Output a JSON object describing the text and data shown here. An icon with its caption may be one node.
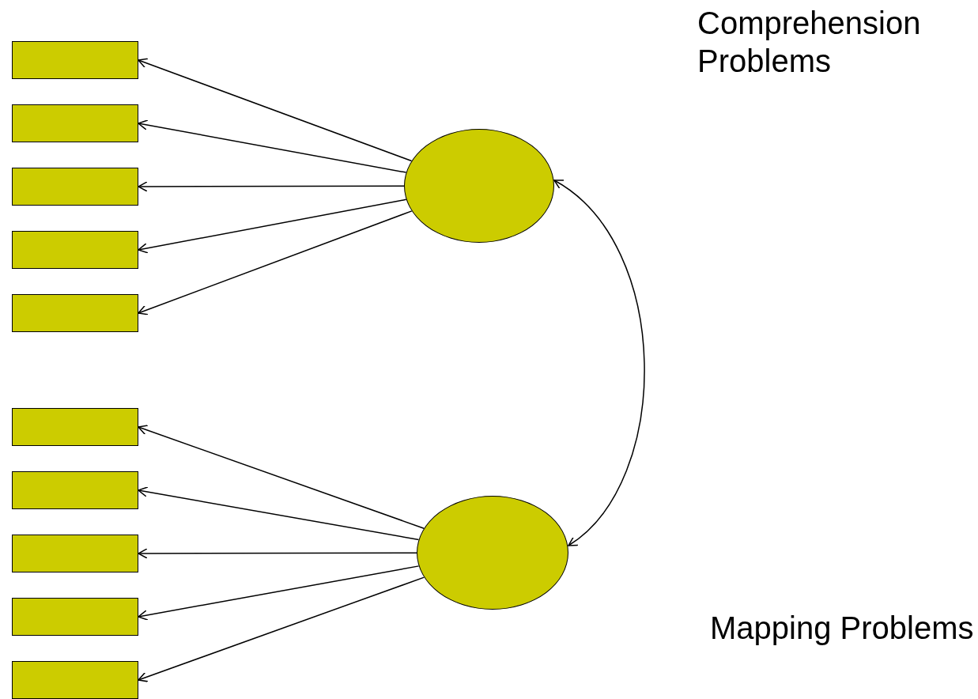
{
  "diagram": {
    "nodes": [
      {
        "text": [],
        "shape": "box"
      },
      {
        "text": [],
        "shape": "box"
      },
      {
        "text": [],
        "shape": "box"
      },
      {
        "text": [],
        "shape": "box"
      },
      {
        "text": [],
        "shape": "box"
      },
      {
        "text": [],
        "shape": "circle"
      },
      {
        "text": [],
        "shape": "box"
      },
      {
        "text": [],
        "shape": "box"
      },
      {
        "text": [],
        "shape": "box"
      },
      {
        "text": [],
        "shape": "box"
      },
      {
        "text": [],
        "shape": "box"
      },
      {
        "text": [],
        "shape": "circle"
      }
    ],
    "edges": [
      {
        "from": 5,
        "to": 0,
        "arrow": "to"
      },
      {
        "from": 5,
        "to": 1,
        "arrow": "to"
      },
      {
        "from": 5,
        "to": 2,
        "arrow": "to"
      },
      {
        "from": 5,
        "to": 3,
        "arrow": "to"
      },
      {
        "from": 5,
        "to": 4,
        "arrow": "to"
      },
      {
        "from": 11,
        "to": 6,
        "arrow": "to"
      },
      {
        "from": 11,
        "to": 7,
        "arrow": "to"
      },
      {
        "from": 11,
        "to": 8,
        "arrow": "to"
      },
      {
        "from": 11,
        "to": 9,
        "arrow": "to"
      },
      {
        "from": 11,
        "to": 10,
        "arrow": "to"
      },
      {
        "from": 5,
        "to": 11,
        "arrow": "both"
      }
    ],
    "labels": [
      "Comprehension Problems",
      "Mapping Problems"
    ]
  }
}
